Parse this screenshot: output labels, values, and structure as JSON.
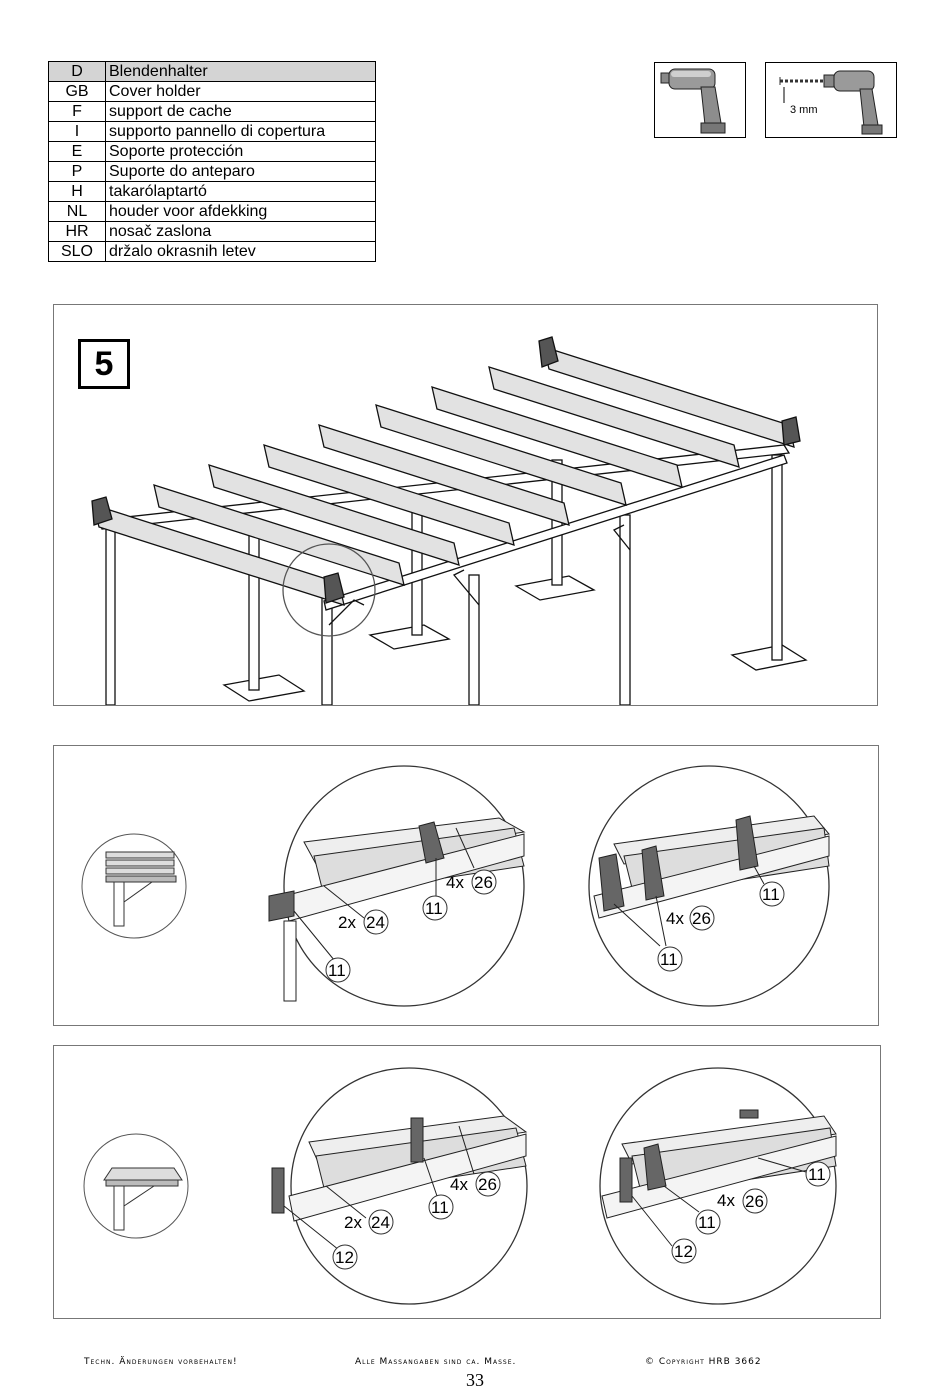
{
  "languages": [
    {
      "code": "D",
      "label": "Blendenhalter"
    },
    {
      "code": "GB",
      "label": "Cover holder"
    },
    {
      "code": "F",
      "label": "support de cache"
    },
    {
      "code": "I",
      "label": "supporto pannello di copertura"
    },
    {
      "code": "E",
      "label": "Soporte protección"
    },
    {
      "code": "P",
      "label": "Suporte do anteparo"
    },
    {
      "code": "H",
      "label": "takarólaptartó"
    },
    {
      "code": "NL",
      "label": "houder voor afdekking"
    },
    {
      "code": "HR",
      "label": "nosač zaslona"
    },
    {
      "code": "SLO",
      "label": "držalo okrasnih letev"
    }
  ],
  "tools": {
    "drill_icon": "drill-icon",
    "drill_bit_icon": "drill-bit-icon",
    "bit_size": "3 mm"
  },
  "step": {
    "number": "5"
  },
  "detail_a": {
    "left": {
      "label_2x": "2x",
      "part_24": "24",
      "label_4x": "4x",
      "part_26": "26",
      "part_11a": "11",
      "part_11b": "11"
    },
    "right": {
      "label_4x": "4x",
      "part_26": "26",
      "part_11a": "11",
      "part_11b": "11"
    }
  },
  "detail_b": {
    "left": {
      "label_2x": "2x",
      "part_24": "24",
      "label_4x": "4x",
      "part_26": "26",
      "part_11": "11",
      "part_12": "12"
    },
    "right": {
      "label_4x": "4x",
      "part_26": "26",
      "part_11a": "11",
      "part_11b": "11",
      "part_12": "12"
    }
  },
  "footer": {
    "left": "Techn. Änderungen vorbehalten!",
    "center": "Alle Massangaben sind ca. Masse.",
    "right": "© Copyright HRB 3662",
    "page": "33"
  }
}
